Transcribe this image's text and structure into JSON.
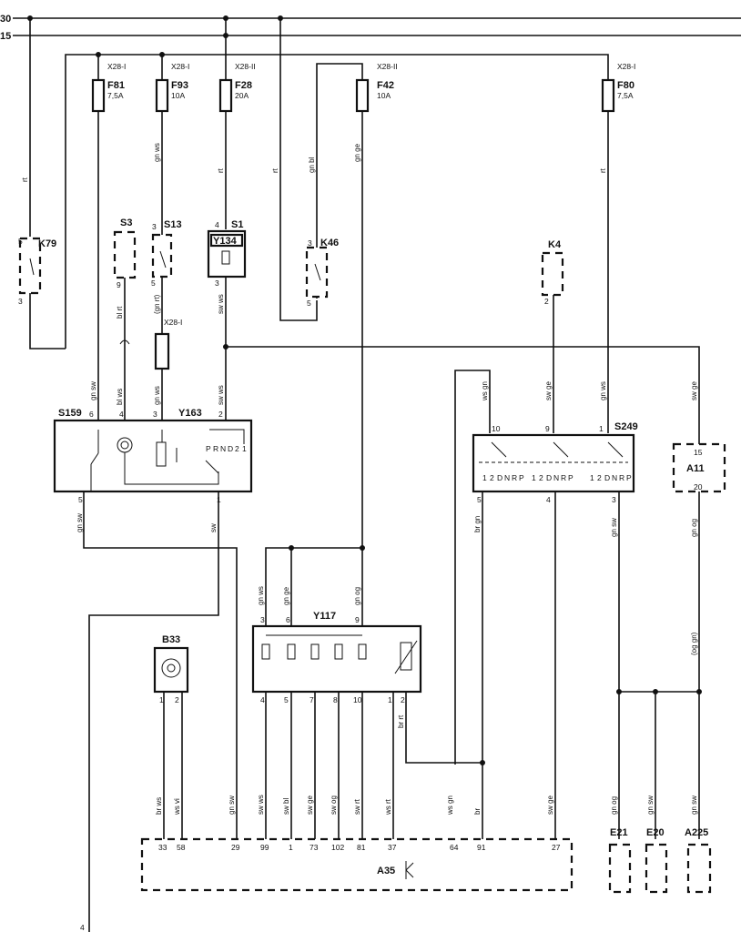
{
  "rails": [
    "30",
    "15"
  ],
  "fuses": [
    {
      "id": "F81",
      "rating": "7,5A",
      "conn": "X28-I"
    },
    {
      "id": "F93",
      "rating": "10A",
      "conn": "X28-I"
    },
    {
      "id": "F28",
      "rating": "20A",
      "conn": "X28-II"
    },
    {
      "id": "F42",
      "rating": "10A",
      "conn": "X28-II"
    },
    {
      "id": "F80",
      "rating": "7,5A",
      "conn": "X28-I"
    }
  ],
  "components": {
    "K79": "K79",
    "S3": "S3",
    "S13": "S13",
    "S1": "S1",
    "Y134": "Y134",
    "K46": "K46",
    "K4": "K4",
    "S159": "S159",
    "Y163": "Y163",
    "S249": "S249",
    "A11": "A11",
    "Y117": "Y117",
    "B33": "B33",
    "A35": "A35",
    "E21": "E21",
    "E20": "E20",
    "A225": "A225",
    "X28I": "X28-I"
  },
  "wire_colors": {
    "rt_left": "rt",
    "gn_ws_f93": "gn ws",
    "rt_f28": "rt",
    "gn_bl": "gn bl",
    "rt_mid": "rt",
    "gn_ge_f42": "gn ge",
    "rt_f80": "rt",
    "bl_rt": "bl rt",
    "gn_rt": "(gn rt)",
    "sw_ws_s1": "sw ws",
    "gn_sw_s159": "gn sw",
    "bl_ws": "bl ws",
    "gn_ws_y163": "gn ws",
    "sw_ws_y163": "sw ws",
    "ws_gn_s249": "ws gn",
    "sw_ge_s249": "sw ge",
    "gn_ws_s249": "gn ws",
    "sw_ge_a11": "sw ge",
    "gn_sw_out": "gn sw",
    "sw_out": "sw",
    "br_gn": "br gn",
    "gn_sw_s249": "gn sw",
    "gn_og_a11": "gn og",
    "og_gn": "(og gn)",
    "gn_ws_y117": "gn ws",
    "gn_ge_y117": "gn ge",
    "gn_og_y117": "gn og",
    "br_rt": "br rt",
    "br_ws": "br ws",
    "ws_vi": "ws vi",
    "gn_sw_a35": "gn sw",
    "sw_ws_a35": "sw ws",
    "sw_bl": "sw bl",
    "sw_ge_a35": "sw ge",
    "sw_og": "sw og",
    "sw_rt": "sw rt",
    "ws_rt": "ws rt",
    "ws_gn_a35": "ws gn",
    "br_a35": "br",
    "sw_ge_27": "sw ge",
    "gn_og_e21": "gn og",
    "gn_sw_e20": "gn sw",
    "gn_sw_a225": "gn sw"
  },
  "pins": {
    "k79_top": "5",
    "k79_bot": "3",
    "s3": "9",
    "s13_top": "3",
    "s13_bot": "5",
    "s1_top": "4",
    "s1_bot": "3",
    "k46_top": "3",
    "k46_bot": "5",
    "k4": "2",
    "s159_top": "6",
    "s159_bot": "5",
    "y163_4": "4",
    "y163_3": "3",
    "y163_2": "2",
    "y163_1": "1",
    "s249_10": "10",
    "s249_9": "9",
    "s249_1": "1",
    "s249_5": "5",
    "s249_4": "4",
    "s249_3": "3",
    "a11_top": "15",
    "a11_bot": "20",
    "y117_top": [
      "3",
      "6",
      "9"
    ],
    "y117_bot": [
      "4",
      "5",
      "7",
      "8",
      "10",
      "1",
      "2"
    ],
    "b33": [
      "1",
      "2"
    ],
    "a35": [
      "33",
      "58",
      "29",
      "99",
      "1",
      "73",
      "102",
      "81",
      "37",
      "64",
      "91",
      "27"
    ]
  },
  "selector_pos": {
    "P": "P",
    "R": "R",
    "N": "N",
    "D": "D",
    "2": "2",
    "1": "1"
  },
  "s249_group": [
    "1",
    "2",
    "D",
    "N",
    "R",
    "P"
  ],
  "page_num": "4"
}
